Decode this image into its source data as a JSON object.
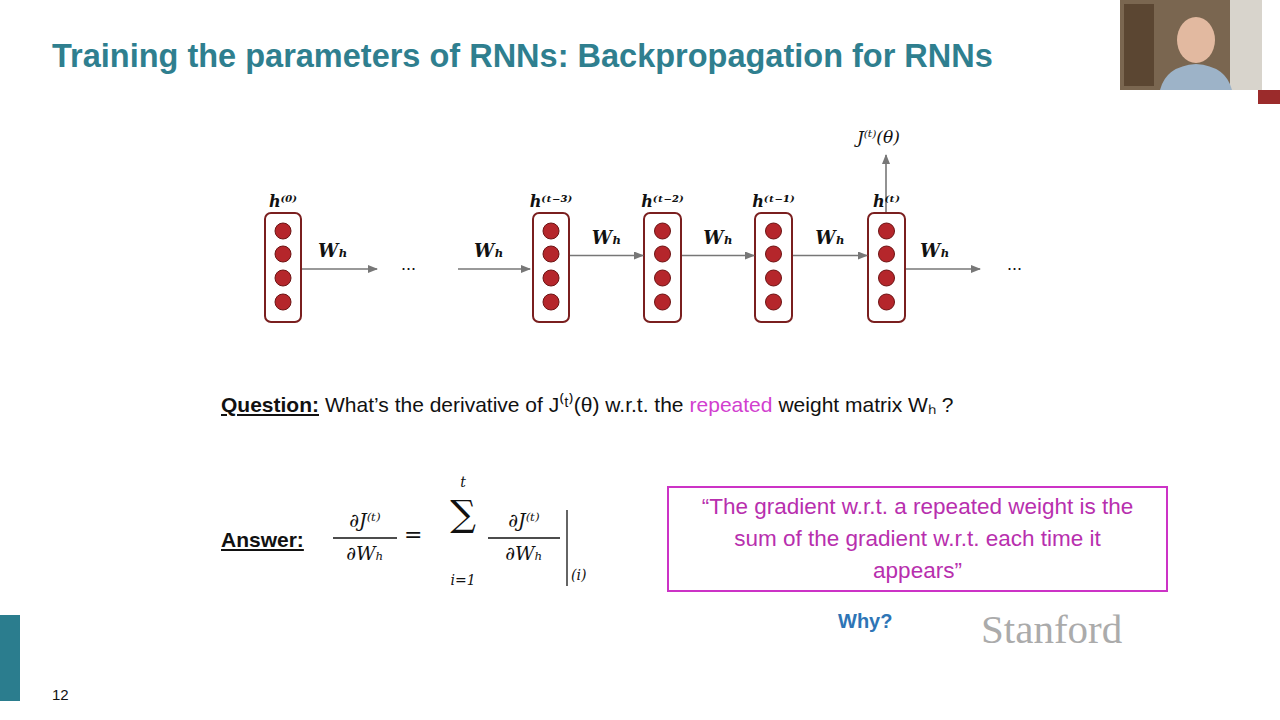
{
  "diagram": {
    "title": "Training the parameters of RNNs: Backpropagation for RNNs",
    "nodes": [
      {
        "text": [
          "h⁽⁰⁾"
        ]
      },
      {
        "text": [
          "h⁽ᵗ⁻³⁾"
        ]
      },
      {
        "text": [
          "h⁽ᵗ⁻²⁾"
        ]
      },
      {
        "text": [
          "h⁽ᵗ⁻¹⁾"
        ]
      },
      {
        "text": [
          "h⁽ᵗ⁾"
        ]
      },
      {
        "text": [
          "“The gradient w.r.t. a repeated weight is the sum of the gradient w.r.t. each time it appears”"
        ]
      }
    ],
    "edges": [
      {
        "from": 1,
        "to": 2,
        "arrow": "to",
        "label": "Wₕ"
      },
      {
        "from": 2,
        "to": 3,
        "arrow": "to",
        "label": "Wₕ"
      },
      {
        "from": 3,
        "to": 4,
        "arrow": "to",
        "label": "Wₕ"
      }
    ],
    "labels": [
      "Wₕ",
      "...",
      "Wₕ",
      "Wₕ",
      "...",
      "J⁽ᵗ⁾(θ)",
      "Question:",
      "What’s the derivative of J⁽ᵗ⁾(θ) w.r.t. the",
      "repeated",
      "weight matrix Wₕ ?",
      "Answer:",
      "∂J⁽ᵗ⁾",
      "∂Wₕ",
      "=",
      "t",
      "∑",
      "i=1",
      "∂J⁽ᵗ⁾",
      "∂Wₕ",
      "(i)",
      "Why?",
      "Stanford",
      "12"
    ]
  }
}
